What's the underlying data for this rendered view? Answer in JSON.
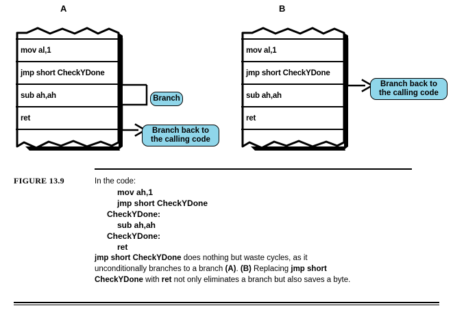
{
  "figure": {
    "number": "FIGURE 13.9",
    "panels": [
      {
        "label": "A",
        "code_rows": [
          "mov al,1",
          "jmp short CheckYDone",
          "sub ah,ah",
          "ret"
        ],
        "callouts": [
          {
            "name": "branch",
            "lines": [
              "Branch"
            ]
          },
          {
            "name": "branch-back",
            "lines": [
              "Branch back to",
              "the calling code"
            ]
          }
        ]
      },
      {
        "label": "B",
        "code_rows": [
          "mov al,1",
          "jmp short CheckYDone",
          "sub ah,ah",
          "ret"
        ],
        "callouts": [
          {
            "name": "branch-back",
            "lines": [
              "Branch back to",
              "the calling code"
            ]
          }
        ]
      }
    ]
  },
  "caption": {
    "intro": "In the code:",
    "code_lines": [
      "mov ah,1",
      "jmp short CheckYDone",
      "CheckYDone:",
      "sub ah,ah",
      "CheckYDone:",
      "ret"
    ],
    "prose": {
      "line1_bold": "jmp short CheckYDone",
      "line1_rest": " does nothing but waste cycles, as it",
      "line2_a": "unconditionally branches to a branch ",
      "line2_bold_a": "(A)",
      "line2_b": ". ",
      "line2_bold_b": "(B)",
      "line2_c": " Replacing ",
      "line2_bold_c": "jmp short",
      "line3_bold_a": "CheckYDone",
      "line3_a": " with ",
      "line3_bold_b": "ret",
      "line3_b": " not only eliminates a branch but also saves a byte."
    }
  },
  "colors": {
    "callout_fill": "#8FD6EA",
    "line": "#000000",
    "background": "#FFFFFF"
  }
}
